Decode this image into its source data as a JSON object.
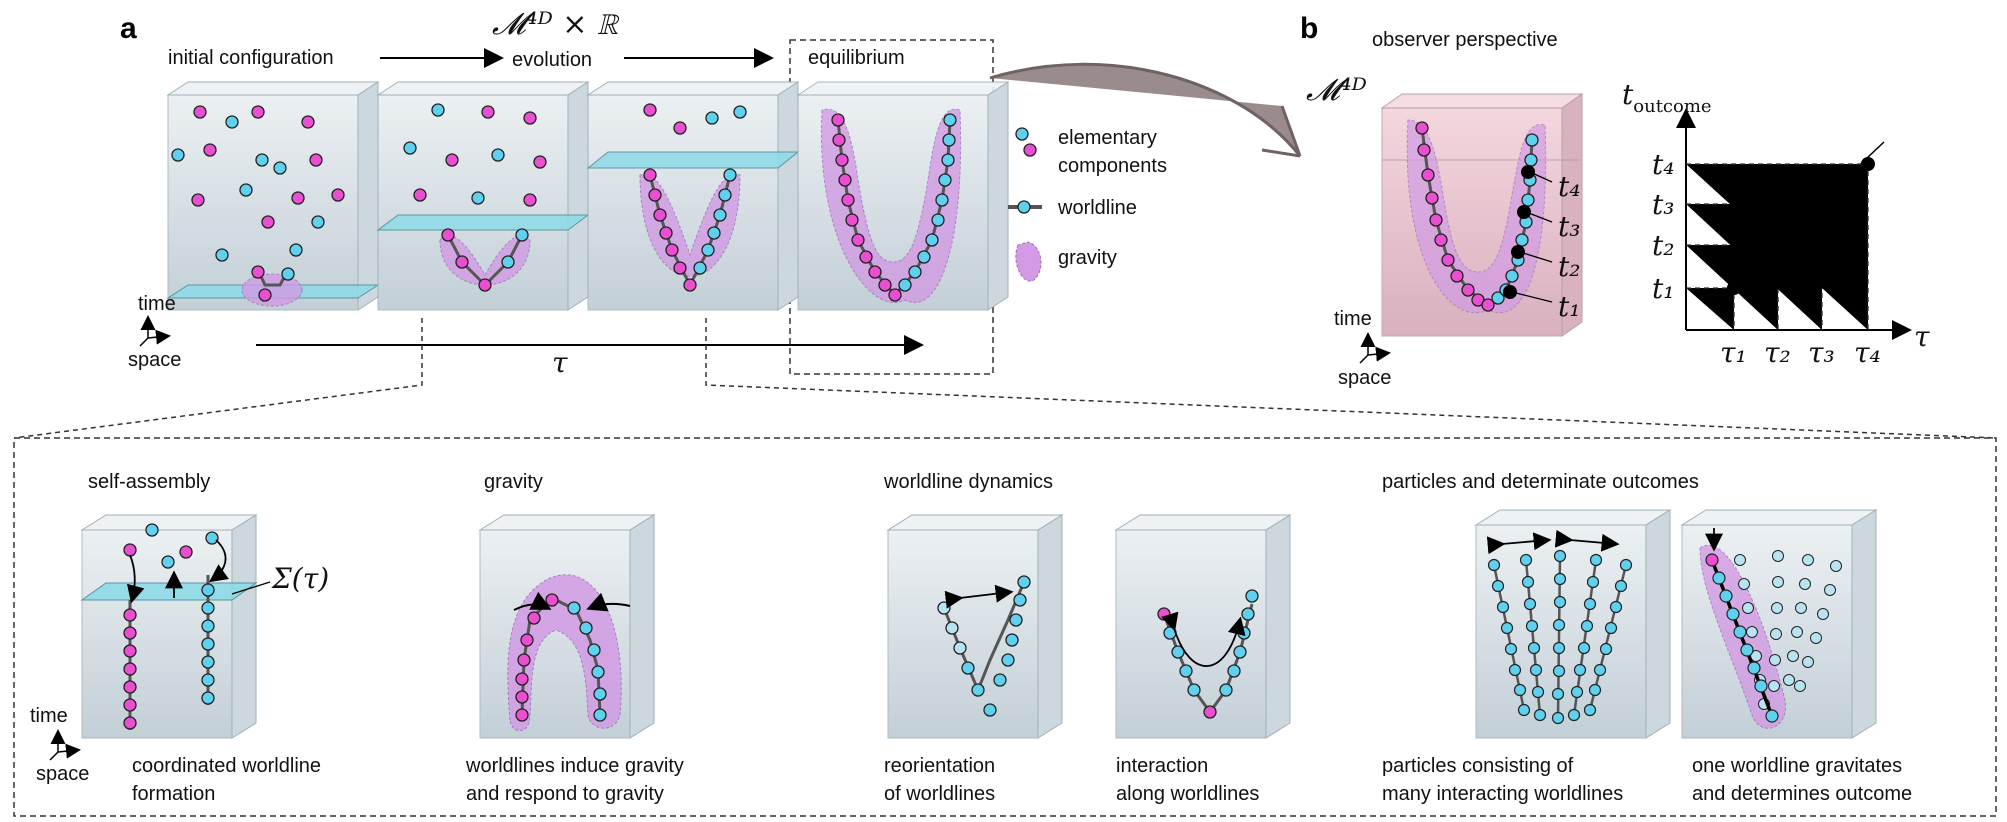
{
  "panel_a": {
    "letter": "a",
    "space_label": "𝓜⁴ᴰ × ℝ",
    "stage_initial": "initial configuration",
    "stage_evolution": "evolution",
    "stage_equilibrium": "equilibrium",
    "tau_axis": "τ",
    "axes_time": "time",
    "axes_space": "space"
  },
  "legend": {
    "components_line1": "elementary",
    "components_line2": "components",
    "worldline": "worldline",
    "gravity": "gravity"
  },
  "panel_b": {
    "letter": "b",
    "title": "observer perspective",
    "space_label": "𝓜⁴ᴰ",
    "axes_time": "time",
    "axes_space": "space",
    "t_labels": [
      "t₄",
      "t₃",
      "t₂",
      "t₁"
    ],
    "plot_ylabel": "t_outcome",
    "plot_xlabel": "τ",
    "plot_y_ticks": [
      "t₁",
      "t₂",
      "t₃",
      "t₄"
    ],
    "plot_x_ticks": [
      "τ₁",
      "τ₂",
      "τ₃",
      "τ₄"
    ]
  },
  "details": [
    {
      "heading": "self-assembly",
      "caption1": "coordinated worldline",
      "caption2": "formation",
      "sigma": "Σ(τ)"
    },
    {
      "heading": "gravity",
      "caption1": "worldlines induce gravity",
      "caption2": "and respond to gravity"
    },
    {
      "heading": "worldline dynamics",
      "caption1": "reorientation",
      "caption2": "of worldlines",
      "caption3": "interaction",
      "caption4": "along worldlines"
    },
    {
      "heading": "particles and determinate outcomes",
      "caption1": "particles consisting of",
      "caption2": "many interacting worldlines",
      "caption3": "one worldline gravitates",
      "caption4": "and determines outcome"
    }
  ],
  "details_axes": {
    "time": "time",
    "space": "space"
  },
  "colors": {
    "pink": "#e94fd0",
    "cyan": "#5fd1ef",
    "gravity": "#d29be4",
    "box": "#c9d6de",
    "slice": "#8ddbe8"
  }
}
